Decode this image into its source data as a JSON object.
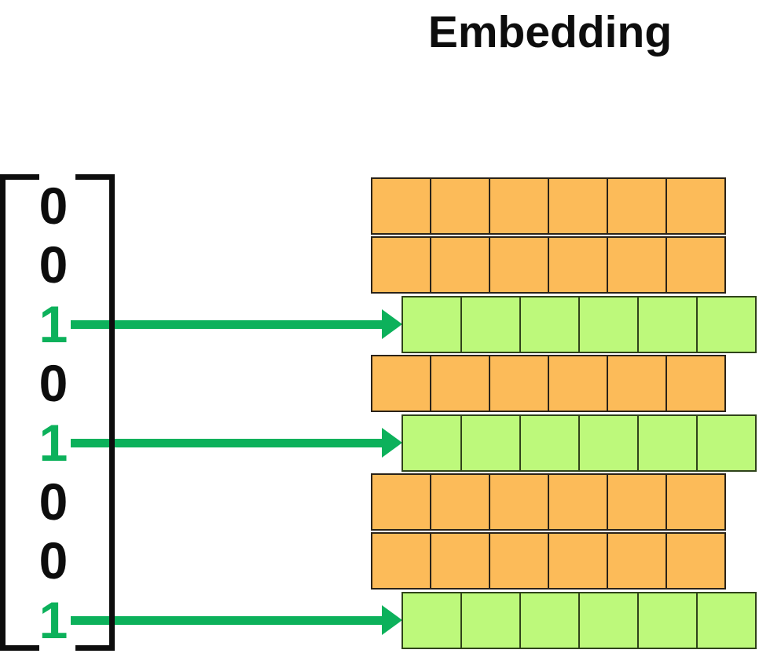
{
  "title": "Embedding",
  "one_hot_vector": {
    "values": [
      0,
      0,
      1,
      0,
      1,
      0,
      0,
      1
    ],
    "selected_value": "1",
    "unselected_value": "0"
  },
  "embedding_matrix": {
    "rows": 8,
    "cols": 6,
    "selected_row_indices": [
      2,
      4,
      7
    ]
  },
  "colors": {
    "unselected_cell_fill": "#FCBB59",
    "unselected_cell_border": "#2A2218",
    "selected_cell_fill": "#BDF97B",
    "selected_cell_border": "#2F431A",
    "arrow_green": "#0CB15B",
    "text_black": "#0D0D0D"
  }
}
